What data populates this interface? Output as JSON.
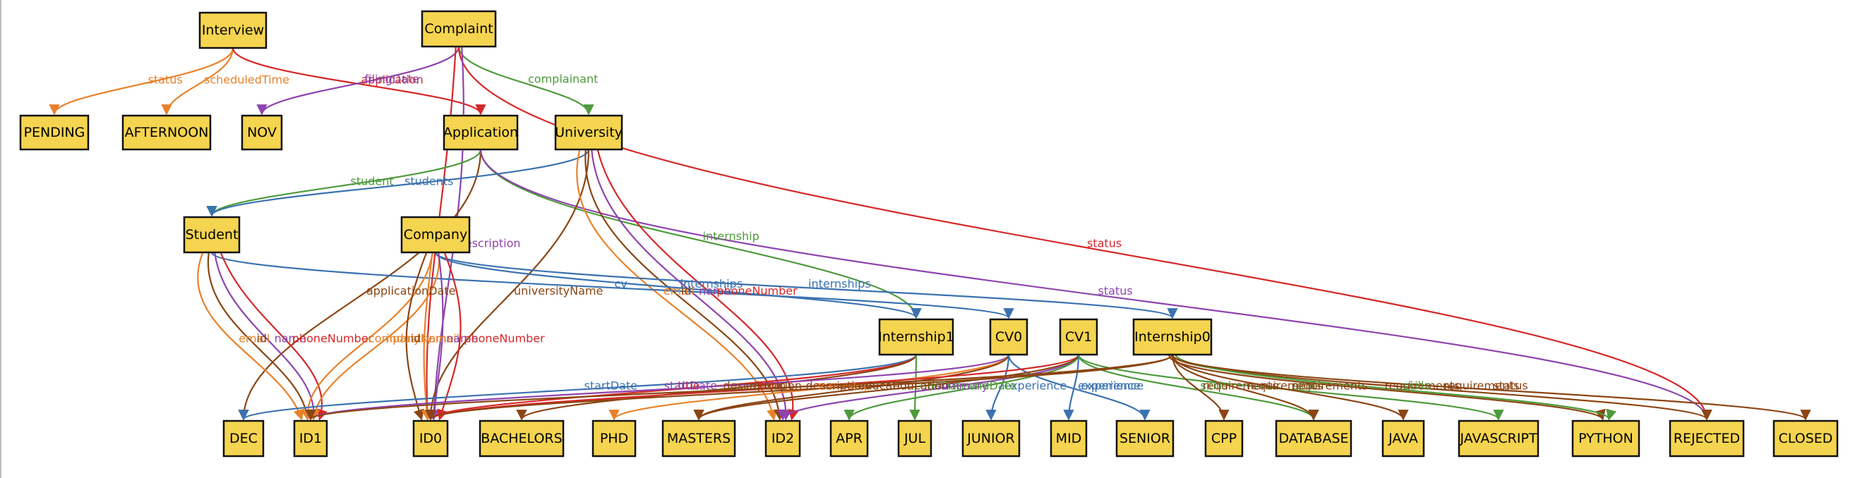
{
  "diagram": {
    "nodes": [
      {
        "id": "Interview",
        "label": "Interview"
      },
      {
        "id": "Complaint",
        "label": "Complaint"
      },
      {
        "id": "PENDING",
        "label": "PENDING"
      },
      {
        "id": "AFTERNOON",
        "label": "AFTERNOON"
      },
      {
        "id": "NOV",
        "label": "NOV"
      },
      {
        "id": "Application",
        "label": "Application"
      },
      {
        "id": "University",
        "label": "University"
      },
      {
        "id": "Student",
        "label": "Student"
      },
      {
        "id": "Company",
        "label": "Company"
      },
      {
        "id": "Internship1",
        "label": "Internship1"
      },
      {
        "id": "CV0",
        "label": "CV0"
      },
      {
        "id": "CV1",
        "label": "CV1"
      },
      {
        "id": "Internship0",
        "label": "Internship0"
      },
      {
        "id": "DEC",
        "label": "DEC"
      },
      {
        "id": "ID1",
        "label": "ID1"
      },
      {
        "id": "ID0",
        "label": "ID0"
      },
      {
        "id": "BACHELORS",
        "label": "BACHELORS"
      },
      {
        "id": "PHD",
        "label": "PHD"
      },
      {
        "id": "MASTERS",
        "label": "MASTERS"
      },
      {
        "id": "ID2",
        "label": "ID2"
      },
      {
        "id": "APR",
        "label": "APR"
      },
      {
        "id": "JUL",
        "label": "JUL"
      },
      {
        "id": "JUNIOR",
        "label": "JUNIOR"
      },
      {
        "id": "MID",
        "label": "MID"
      },
      {
        "id": "SENIOR",
        "label": "SENIOR"
      },
      {
        "id": "CPP",
        "label": "CPP"
      },
      {
        "id": "DATABASE",
        "label": "DATABASE"
      },
      {
        "id": "JAVA",
        "label": "JAVA"
      },
      {
        "id": "JAVASCRIPT",
        "label": "JAVASCRIPT"
      },
      {
        "id": "PYTHON",
        "label": "PYTHON"
      },
      {
        "id": "REJECTED",
        "label": "REJECTED"
      },
      {
        "id": "CLOSED",
        "label": "CLOSED"
      }
    ],
    "edges": [
      {
        "from": "Interview",
        "to": "PENDING",
        "label": "status",
        "color": "#e8812a"
      },
      {
        "from": "Interview",
        "to": "AFTERNOON",
        "label": "scheduledTime",
        "color": "#e8812a"
      },
      {
        "from": "Interview",
        "to": "Application",
        "label": "application",
        "color": "#d62728"
      },
      {
        "from": "Complaint",
        "to": "NOV",
        "label": "filingDate",
        "color": "#8e44ad"
      },
      {
        "from": "Complaint",
        "to": "University",
        "label": "complainant",
        "color": "#4e9a3c"
      },
      {
        "from": "Complaint",
        "to": "REJECTED",
        "label": "status",
        "color": "#d62728"
      },
      {
        "from": "Complaint",
        "to": "ID0",
        "label": "id",
        "color": "#d62728"
      },
      {
        "from": "Complaint",
        "to": "ID0",
        "label": "description",
        "color": "#8e44ad"
      },
      {
        "from": "Application",
        "to": "Student",
        "label": "student",
        "color": "#4e9a3c"
      },
      {
        "from": "Application",
        "to": "Internship1",
        "label": "internship",
        "color": "#4e9a3c"
      },
      {
        "from": "Application",
        "to": "DEC",
        "label": "applicationDate",
        "color": "#8b4513"
      },
      {
        "from": "Application",
        "to": "REJECTED",
        "label": "status",
        "color": "#8e44ad"
      },
      {
        "from": "University",
        "to": "Student",
        "label": "students",
        "color": "#3a72b0"
      },
      {
        "from": "University",
        "to": "ID0",
        "label": "universityName",
        "color": "#8b4513"
      },
      {
        "from": "University",
        "to": "ID2",
        "label": "email",
        "color": "#e8812a"
      },
      {
        "from": "University",
        "to": "ID2",
        "label": "id",
        "color": "#8b4513"
      },
      {
        "from": "University",
        "to": "ID2",
        "label": "name",
        "color": "#8e44ad"
      },
      {
        "from": "University",
        "to": "ID2",
        "label": "phoneNumber",
        "color": "#d62728"
      },
      {
        "from": "Student",
        "to": "CV0",
        "label": "cv",
        "color": "#3a72b0"
      },
      {
        "from": "Student",
        "to": "ID1",
        "label": "email",
        "color": "#e8812a"
      },
      {
        "from": "Student",
        "to": "ID1",
        "label": "id",
        "color": "#8b4513"
      },
      {
        "from": "Student",
        "to": "ID1",
        "label": "name",
        "color": "#8e44ad"
      },
      {
        "from": "Student",
        "to": "ID1",
        "label": "phoneNumber",
        "color": "#d62728"
      },
      {
        "from": "Company",
        "to": "Internship1",
        "label": "internships",
        "color": "#3a72b0"
      },
      {
        "from": "Company",
        "to": "Internship0",
        "label": "internships",
        "color": "#3a72b0"
      },
      {
        "from": "Company",
        "to": "ID1",
        "label": "companyName",
        "color": "#e8812a"
      },
      {
        "from": "Company",
        "to": "ID1",
        "label": "industry",
        "color": "#e8812a"
      },
      {
        "from": "Company",
        "to": "ID0",
        "label": "id",
        "color": "#8b4513"
      },
      {
        "from": "Company",
        "to": "ID0",
        "label": "email",
        "color": "#e8812a"
      },
      {
        "from": "Company",
        "to": "ID0",
        "label": "name",
        "color": "#8e44ad"
      },
      {
        "from": "Company",
        "to": "ID0",
        "label": "phoneNumber",
        "color": "#d62728"
      },
      {
        "from": "Internship1",
        "to": "DEC",
        "label": "startDate",
        "color": "#3a72b0"
      },
      {
        "from": "Internship1",
        "to": "ID0",
        "label": "title",
        "color": "#d62728"
      },
      {
        "from": "Internship1",
        "to": "BACHELORS",
        "label": "description",
        "color": "#8b4513"
      },
      {
        "from": "Internship1",
        "to": "JUL",
        "label": "endDate",
        "color": "#4e9a3c"
      },
      {
        "from": "CV0",
        "to": "ID1",
        "label": "startDate",
        "color": "#8e44ad"
      },
      {
        "from": "CV0",
        "to": "PHD",
        "label": "summary",
        "color": "#e8812a"
      },
      {
        "from": "CV0",
        "to": "MASTERS",
        "label": "education",
        "color": "#8b4513"
      },
      {
        "from": "CV0",
        "to": "JUNIOR",
        "label": "experience",
        "color": "#3a72b0"
      },
      {
        "from": "CV0",
        "to": "SENIOR",
        "label": "experience",
        "color": "#3a72b0"
      },
      {
        "from": "CV1",
        "to": "ID0",
        "label": "title",
        "color": "#d62728"
      },
      {
        "from": "CV1",
        "to": "ID2",
        "label": "summary",
        "color": "#8e44ad"
      },
      {
        "from": "CV1",
        "to": "APR",
        "label": "endDate",
        "color": "#4e9a3c"
      },
      {
        "from": "CV1",
        "to": "MASTERS",
        "label": "education",
        "color": "#8b4513"
      },
      {
        "from": "CV1",
        "to": "MID",
        "label": "experience",
        "color": "#3a72b0"
      },
      {
        "from": "CV1",
        "to": "DATABASE",
        "label": "skills",
        "color": "#4e9a3c"
      },
      {
        "from": "CV1",
        "to": "JAVASCRIPT",
        "label": "skills",
        "color": "#4e9a3c"
      },
      {
        "from": "Internship0",
        "to": "ID0",
        "label": "description",
        "color": "#8b4513"
      },
      {
        "from": "Internship0",
        "to": "ID1",
        "label": "education",
        "color": "#8b4513"
      },
      {
        "from": "Internship0",
        "to": "CPP",
        "label": "requirements",
        "color": "#8b4513"
      },
      {
        "from": "Internship0",
        "to": "DATABASE",
        "label": "requirements",
        "color": "#8b4513"
      },
      {
        "from": "Internship0",
        "to": "JAVA",
        "label": "requirements",
        "color": "#8b4513"
      },
      {
        "from": "Internship0",
        "to": "PYTHON",
        "label": "requirements",
        "color": "#8b4513"
      },
      {
        "from": "Internship0",
        "to": "REJECTED",
        "label": "requirements",
        "color": "#8b4513"
      },
      {
        "from": "Internship0",
        "to": "PYTHON",
        "label": "skills",
        "color": "#4e9a3c"
      },
      {
        "from": "Internship0",
        "to": "CLOSED",
        "label": "status",
        "color": "#8b4513"
      }
    ]
  }
}
